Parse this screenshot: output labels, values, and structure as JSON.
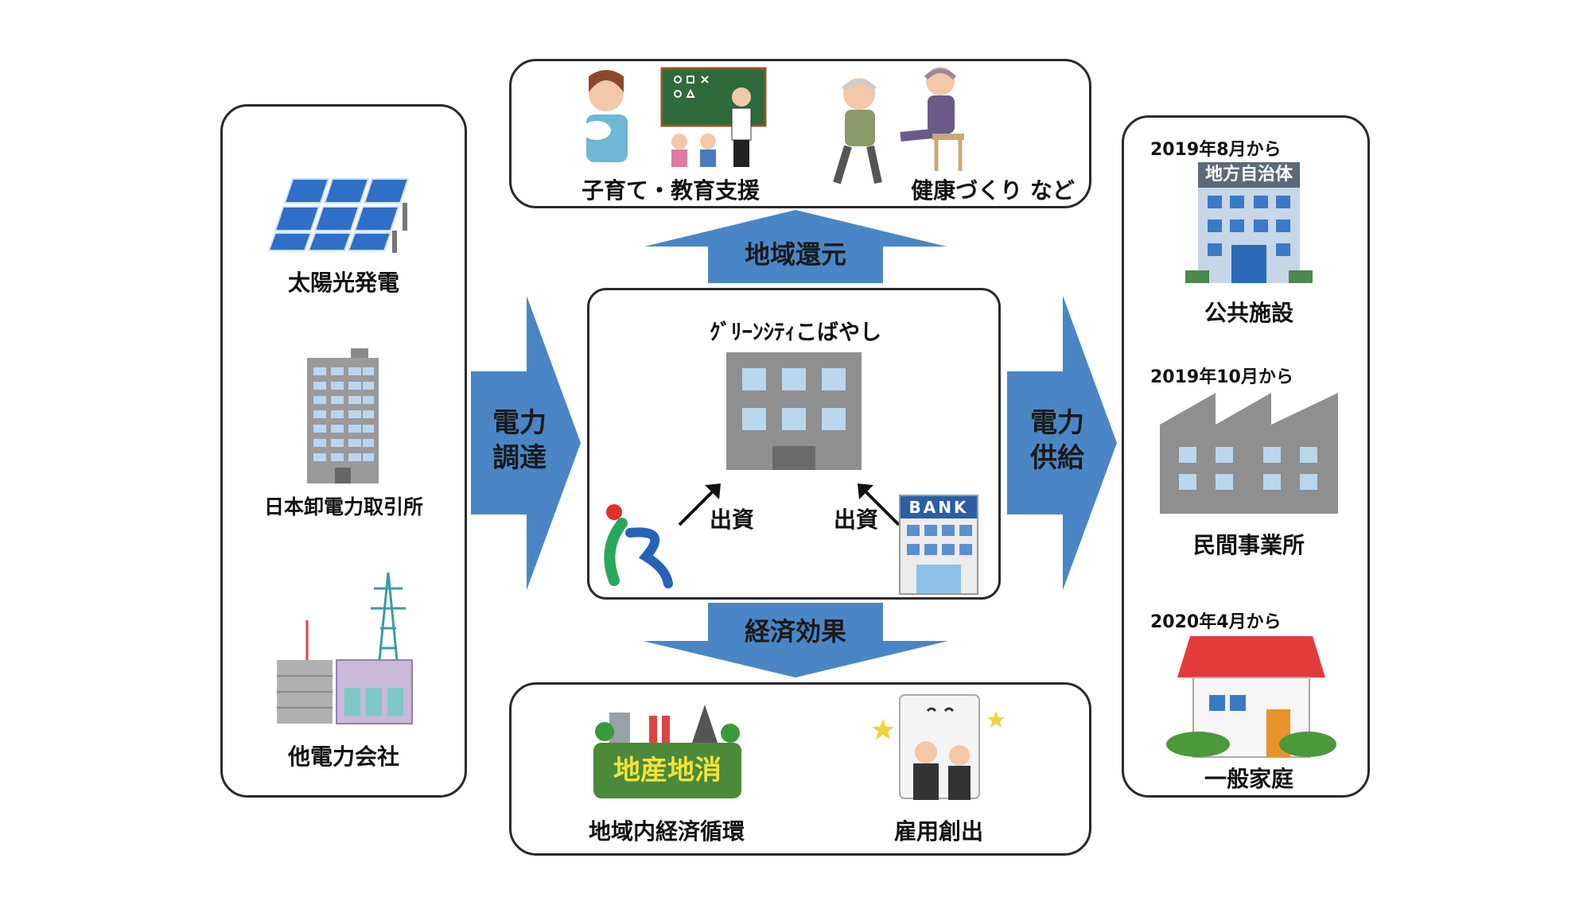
{
  "sources": {
    "solar_label": "太陽光発電",
    "jepx_label": "日本卸電力取引所",
    "other_label": "他電力会社"
  },
  "procure": {
    "line1": "電力",
    "line2": "調達"
  },
  "supply": {
    "line1": "電力",
    "line2": "供給"
  },
  "center": {
    "company_name": "ｸﾞﾘｰﾝｼﾃｨこばやし",
    "invest_left": "出資",
    "invest_right": "出資",
    "bank_label": "BANK"
  },
  "top": {
    "arrow_label": "地域還元",
    "childcare_label": "子育て・教育支援",
    "health_label": "健康づくり など"
  },
  "bottom": {
    "arrow_label": "経済効果",
    "local_label": "地域内経済循環",
    "local_sign": "地産地消",
    "jobs_label": "雇用創出"
  },
  "customers": {
    "public_date": "2019年8月から",
    "public_sign": "地方自治体",
    "public_label": "公共施設",
    "private_date": "2019年10月から",
    "private_label": "民間事業所",
    "home_date": "2020年4月から",
    "home_label": "一般家庭"
  },
  "colors": {
    "arrow_blue": "#4a86c6",
    "building_gray": "#8f8f8f",
    "window_blue": "#b8d7ef",
    "roof_red": "#e43a3a"
  }
}
